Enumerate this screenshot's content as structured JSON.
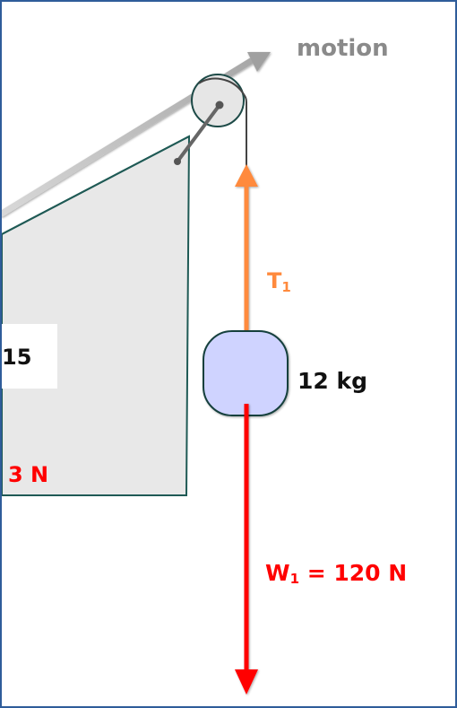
{
  "diagram": {
    "motion_label": "motion",
    "mass_label": "12 kg",
    "tension_label": {
      "base": "T",
      "sub": "1"
    },
    "weight_label": {
      "base": "W",
      "sub": "1",
      "suffix": " = 120 N"
    },
    "left_partial_number": "15",
    "left_partial_force": "3 N",
    "colors": {
      "frame_border": "#2f5d9a",
      "incline_fill": "#e8e8e8",
      "incline_stroke": "#1f5a55",
      "tension_arrow": "#ff8a3d",
      "weight_arrow": "#ff0000",
      "motion_arrow": "#a0a0a0",
      "mass_fill": "#cfd3ff",
      "mass_stroke": "#123f3c"
    }
  }
}
